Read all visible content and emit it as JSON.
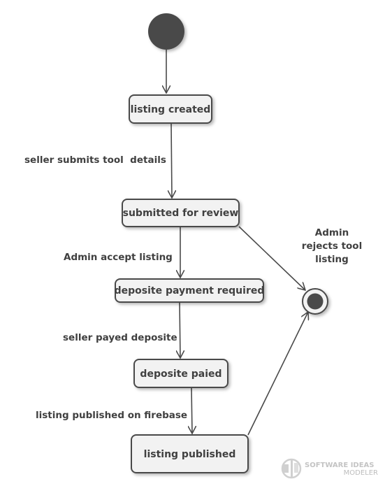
{
  "diagram": {
    "states": {
      "listing_created": "listing created",
      "submitted_for_review": "submitted for review",
      "deposite_payment_required": "deposite payment required",
      "deposite_paied": "deposite paied",
      "listing_published": "listing published"
    },
    "transitions": {
      "seller_submits": "seller submits tool  details",
      "admin_accept": "Admin accept listing",
      "seller_payed": "seller payed deposite",
      "listing_published_firebase": "listing published on firebase",
      "admin_rejects_line1": "Admin",
      "admin_rejects_line2": "rejects tool",
      "admin_rejects_line3": "listing"
    }
  },
  "watermark": {
    "line1": "SOFTWARE IDEAS",
    "line2": "MODELER"
  }
}
